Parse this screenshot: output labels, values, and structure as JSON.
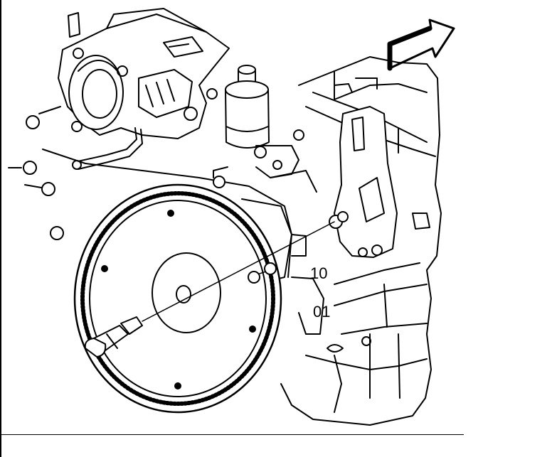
{
  "diagram": {
    "callouts": [
      {
        "id": "upper",
        "text": "10"
      },
      {
        "id": "lower",
        "text": "01"
      }
    ]
  }
}
